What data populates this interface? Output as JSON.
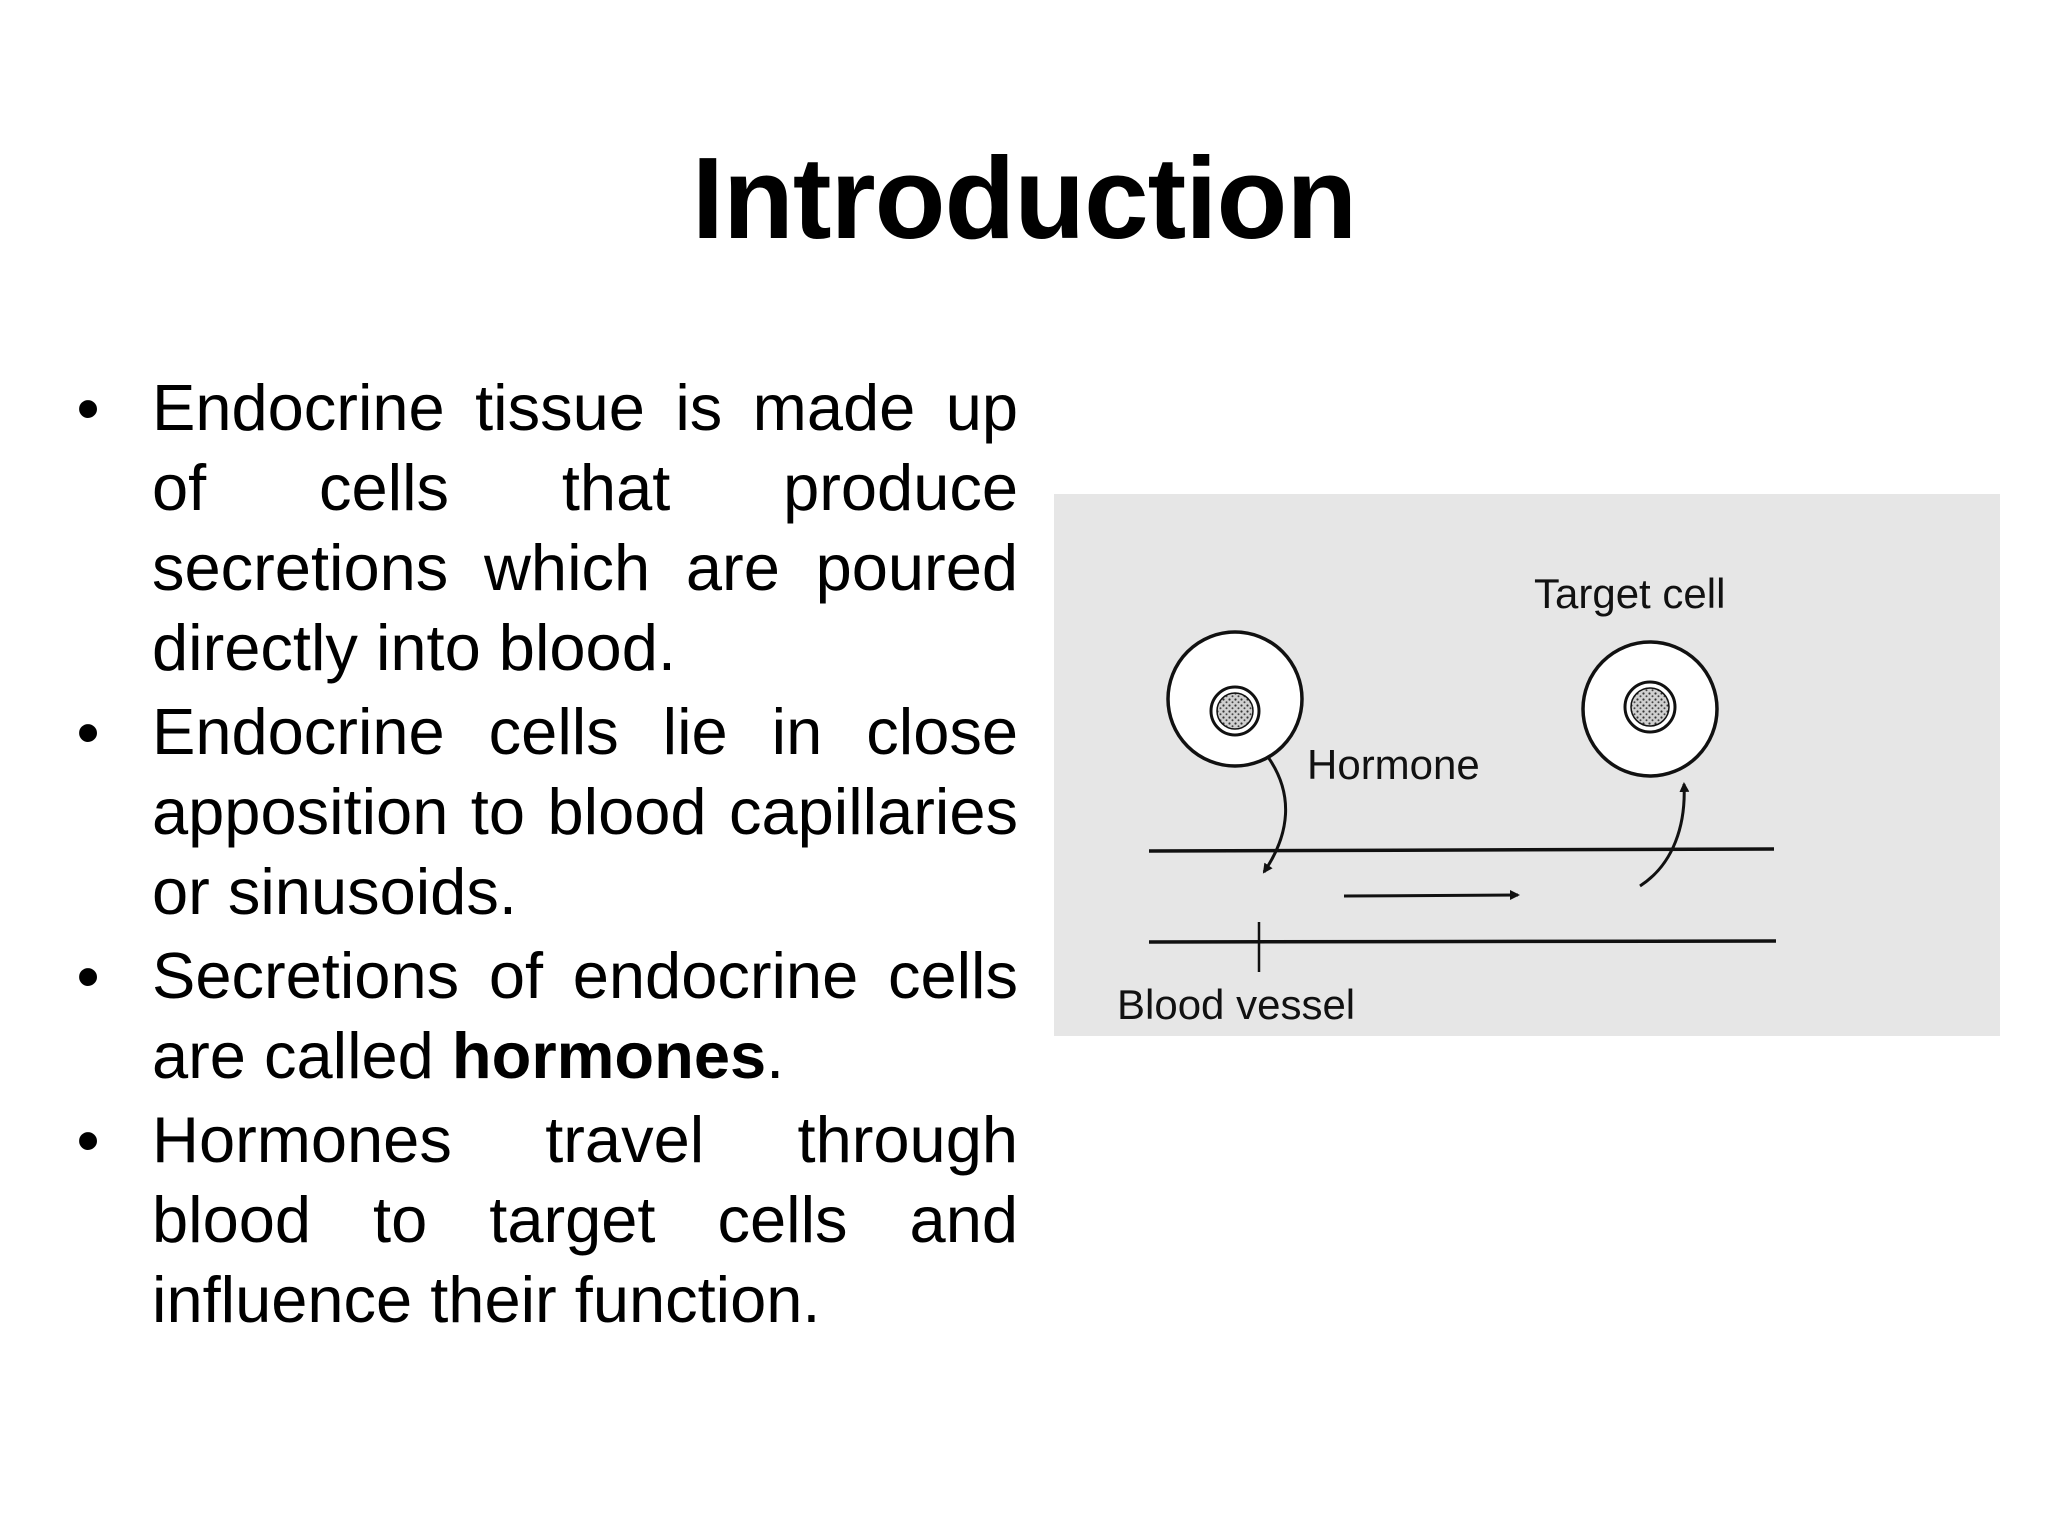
{
  "slide": {
    "title": "Introduction",
    "bullets": [
      {
        "text_before": "Endocrine tissue is made up of cells that produce secretions which are poured directly into blood.",
        "bold": "",
        "text_after": ""
      },
      {
        "text_before": "Endocrine cells lie in close apposition to blood capillaries or sinusoids.",
        "bold": "",
        "text_after": ""
      },
      {
        "text_before": "Secretions of endocrine cells are called ",
        "bold": "hormones",
        "text_after": "."
      },
      {
        "text_before": "Hormones travel through blood to target cells and influence their function.",
        "bold": "",
        "text_after": ""
      }
    ],
    "bullet_symbol": "•"
  },
  "figure": {
    "labels": {
      "target_cell": "Target cell",
      "hormone": "Hormone",
      "blood_vessel": "Blood vessel"
    },
    "background_color": "#e6e6e6"
  }
}
